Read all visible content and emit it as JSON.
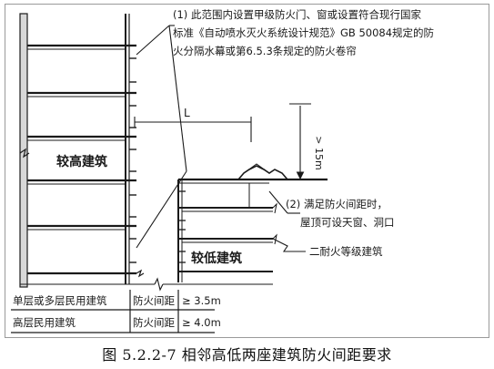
{
  "note1": {
    "line1": "(1) 此范围内设置甲级防火门、窗或设置符合现行国家",
    "line2": "标准《自动喷水灭火系统设计规范》GB 50084规定的防",
    "line3": "火分隔水幕或第6.5.3条规定的防火卷帘"
  },
  "note2": {
    "line1": "(2) 满足防火间距时，",
    "line2": "屋顶可设天窗、洞口"
  },
  "labels": {
    "dimension_L": "L",
    "height_15m": "> 15m",
    "taller_building": "较高建筑",
    "lower_building": "较低建筑",
    "fire_rating": "二耐火等级建筑"
  },
  "table": {
    "rows": [
      {
        "type": "单层或多层民用建筑",
        "item": "防火间距",
        "value": "≥ 3.5m"
      },
      {
        "type": "高层民用建筑",
        "item": "防火间距",
        "value": "≥ 4.0m"
      }
    ]
  },
  "caption": "图 5.2.2-7 相邻高低两座建筑防火间距要求"
}
